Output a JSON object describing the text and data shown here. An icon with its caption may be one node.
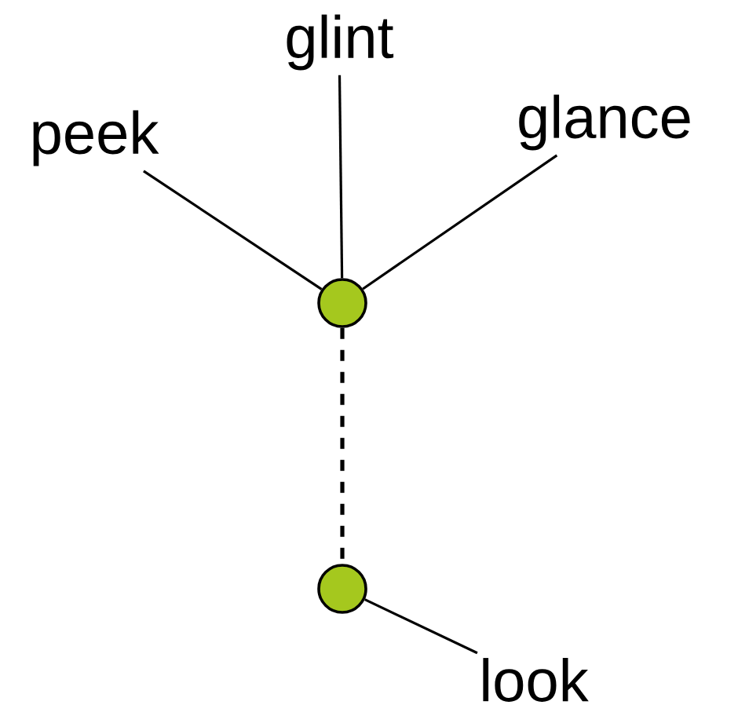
{
  "diagram": {
    "nodes": [
      {
        "text": [
          "peek"
        ]
      },
      {
        "text": [
          "glint"
        ]
      },
      {
        "text": [
          "glance"
        ]
      },
      {
        "text": [],
        "shape": "circle"
      },
      {
        "text": [],
        "shape": "circle"
      },
      {
        "text": [
          "look"
        ]
      }
    ],
    "edges": [
      {
        "from": 0,
        "to": 3,
        "arrow": "none"
      },
      {
        "from": 1,
        "to": 3,
        "arrow": "none"
      },
      {
        "from": 2,
        "to": 3,
        "arrow": "none"
      },
      {
        "from": 3,
        "to": 4,
        "arrow": "none",
        "style": "dashed"
      },
      {
        "from": 4,
        "to": 5,
        "arrow": "none"
      }
    ]
  }
}
